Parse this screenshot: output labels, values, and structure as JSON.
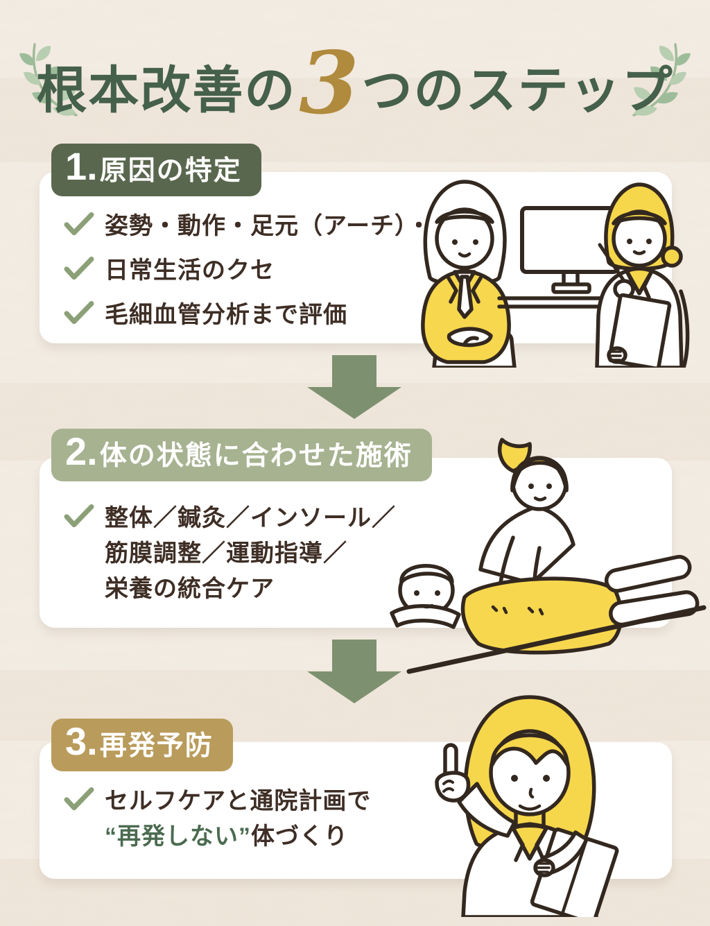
{
  "title": {
    "prefix": "根本改善の",
    "number": "3",
    "suffix": "つのステップ"
  },
  "steps": [
    {
      "number": "1.",
      "label": "原因の特定",
      "badge_color": "#59674e",
      "checklist": [
        "姿勢・動作・足元（アーチ）・筋力",
        "日常生活のクセ",
        "毛細血管分析まで評価"
      ],
      "illustration": "consultation: patient and practitioner talking at a desk with a monitor"
    },
    {
      "number": "2.",
      "label": "体の状態に合わせた施術",
      "badge_color": "#a6b290",
      "checklist_lines": [
        "整体／鍼灸／インソール／",
        "筋膜調整／運動指導／",
        "栄養の統合ケア"
      ],
      "illustration": "therapist giving back massage to patient lying prone under yellow towel"
    },
    {
      "number": "3.",
      "label": "再発予防",
      "badge_color": "#b99b5b",
      "checklist_line1": "セルフケアと通院計画で",
      "checklist_line2_accent": "“再発しない”",
      "checklist_line2_rest": "体づくり",
      "illustration": "female practitioner in white coat pointing up and holding a clipboard"
    }
  ],
  "colors": {
    "background": "#f3ece3",
    "card": "#ffffff",
    "title_green": "#45604b",
    "title_gold": "#b08a3d",
    "badge_step1": "#59674e",
    "badge_step2": "#a6b290",
    "badge_step3": "#b99b5b",
    "arrow_green": "#7d9170",
    "checkmark_green": "#8ca078",
    "text_brown": "#3e2e25",
    "text_green_accent": "#4b6b50",
    "illustration_yellow": "#f7d74d",
    "line_dark": "#33281f",
    "leaf_green": "#aec7a8"
  }
}
